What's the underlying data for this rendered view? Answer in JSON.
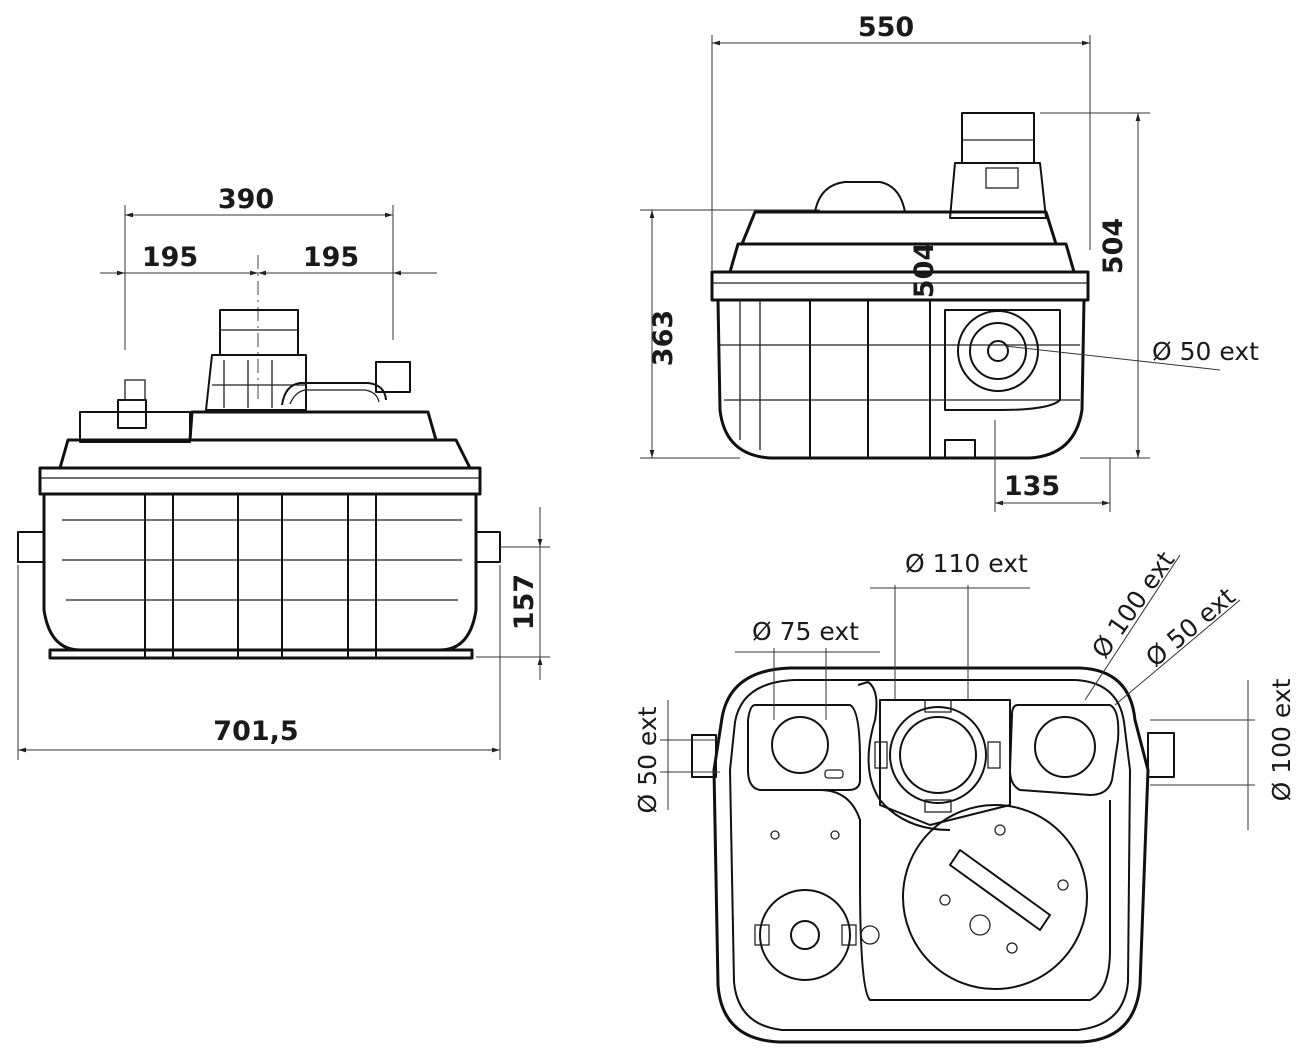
{
  "front_view": {
    "dim_top_total": "390",
    "dim_top_left": "195",
    "dim_top_right": "195",
    "dim_side_height": "157",
    "dim_bottom_width": "701,5"
  },
  "side_view": {
    "dim_top_width": "550",
    "dim_right_height": "504",
    "dim_inner_height": "504",
    "dim_left_height": "363",
    "dim_outlet_label": "Ø 50 ext",
    "dim_bottom_offset": "135"
  },
  "top_view": {
    "label_110": "Ø 110 ext",
    "label_100_top": "Ø 100 ext",
    "label_50_top": "Ø 50 ext",
    "label_75": "Ø 75 ext",
    "label_50_left": "Ø 50 ext",
    "label_100_right": "Ø 100 ext"
  },
  "colors": {
    "line": "#111111",
    "background": "#ffffff"
  }
}
